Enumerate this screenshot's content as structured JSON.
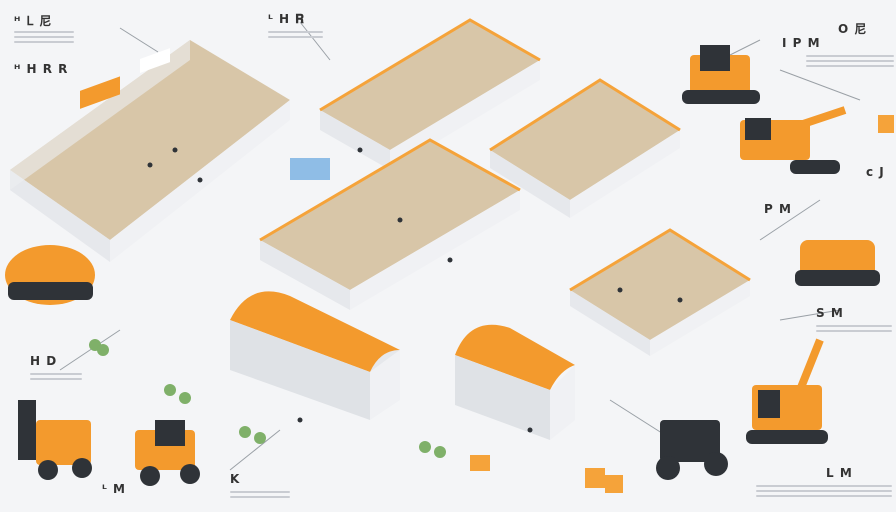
{
  "labels": {
    "top_left_title": "ᴴ 𝖫 尼 ",
    "top_left_sub": "ᴴ 𝗛 𝗥 R",
    "top_center": "ᴸ 𝗛 𝐑",
    "top_right": "O 尼",
    "top_right_sub": "I  P  M",
    "right_mid_1": "ᴄ J",
    "right_mid_2": "P M",
    "right_mid_3": "S M",
    "left_mid": "H D",
    "bottom_left": "ᴸ M",
    "bottom_center_left": "K",
    "bottom_right": "L M"
  },
  "colors": {
    "accent": "#f5a33a",
    "machine_body": "#f39a2d",
    "machine_dark": "#2f3338",
    "wall": "#e6e8ec",
    "floor": "#d8c6a8"
  }
}
